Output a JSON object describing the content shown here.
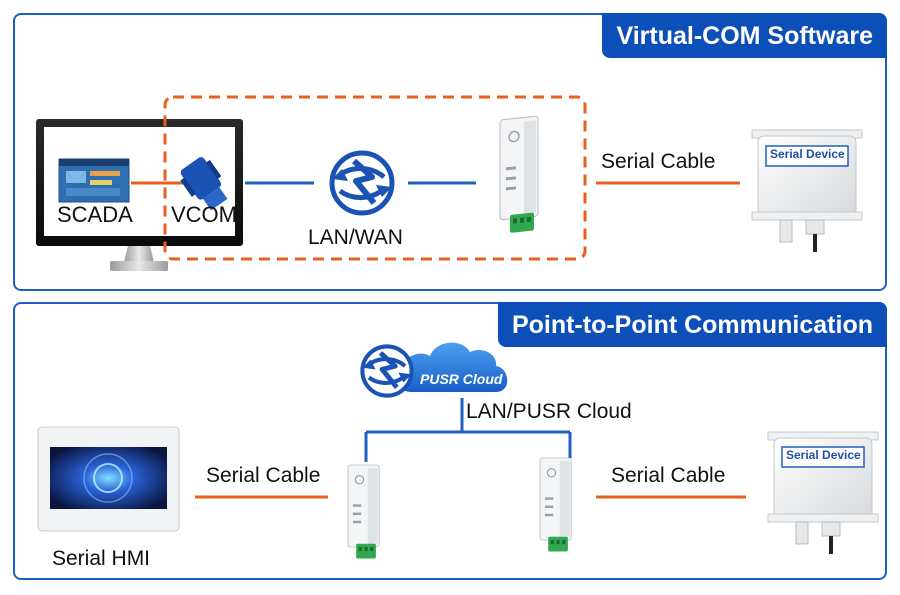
{
  "top_panel": {
    "title": "Virtual-COM Software",
    "labels": {
      "scada": "SCADA",
      "vcom": "VCOM",
      "lan_wan": "LAN/WAN",
      "serial_cable": "Serial Cable"
    },
    "device_label": "Serial Device"
  },
  "bottom_panel": {
    "title": "Point-to-Point Communication",
    "labels": {
      "lan_pusr": "LAN/PUSR Cloud",
      "serial_cable_left": "Serial Cable",
      "serial_cable_right": "Serial Cable",
      "serial_hmi": "Serial HMI"
    },
    "cloud_label": "PUSR Cloud",
    "device_label": "Serial Device"
  },
  "colors": {
    "accent": "#0d4fb8",
    "orange": "#e8601c",
    "line_blue": "#1f5fbf"
  }
}
